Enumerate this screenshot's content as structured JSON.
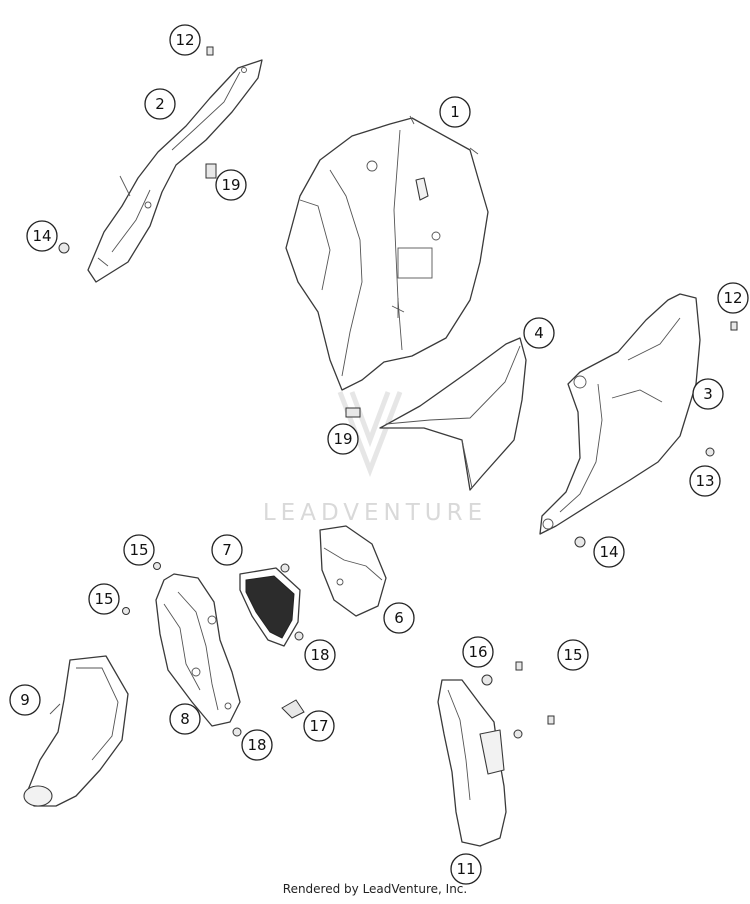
{
  "watermark": {
    "text": "LEADVENTURE"
  },
  "footer": {
    "text": "Rendered by LeadVenture, Inc."
  },
  "callouts": [
    {
      "id": "c1",
      "label": "1"
    },
    {
      "id": "c2",
      "label": "2"
    },
    {
      "id": "c3",
      "label": "3"
    },
    {
      "id": "c4",
      "label": "4"
    },
    {
      "id": "c6",
      "label": "6"
    },
    {
      "id": "c7",
      "label": "7"
    },
    {
      "id": "c8",
      "label": "8"
    },
    {
      "id": "c9",
      "label": "9"
    },
    {
      "id": "c11",
      "label": "11"
    },
    {
      "id": "c12a",
      "label": "12"
    },
    {
      "id": "c12b",
      "label": "12"
    },
    {
      "id": "c13",
      "label": "13"
    },
    {
      "id": "c14a",
      "label": "14"
    },
    {
      "id": "c14b",
      "label": "14"
    },
    {
      "id": "c15a",
      "label": "15"
    },
    {
      "id": "c15b",
      "label": "15"
    },
    {
      "id": "c15c",
      "label": "15"
    },
    {
      "id": "c16",
      "label": "16"
    },
    {
      "id": "c17",
      "label": "17"
    },
    {
      "id": "c18a",
      "label": "18"
    },
    {
      "id": "c18b",
      "label": "18"
    },
    {
      "id": "c19a",
      "label": "19"
    },
    {
      "id": "c19b",
      "label": "19"
    }
  ]
}
